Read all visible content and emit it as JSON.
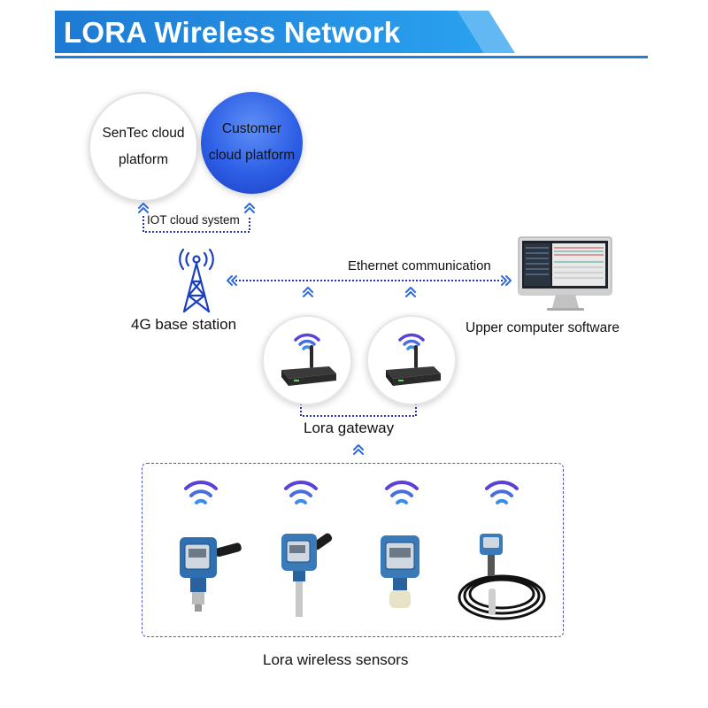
{
  "title": "LORA Wireless Network",
  "cloud": {
    "sentec_line1": "SenTec cloud",
    "sentec_line2": "platform",
    "customer_line1": "Customer",
    "customer_line2": "cloud platform",
    "system_label": "IOT cloud system"
  },
  "base_station_label": "4G base station",
  "ethernet_label": "Ethernet communication",
  "upper_software_label": "Upper computer software",
  "gateway_label": "Lora gateway",
  "sensors_label": "Lora wireless sensors",
  "colors": {
    "banner_blue": "#1f7fd6",
    "accent_dark_blue": "#1a2f9c",
    "wifi_purple": "#6b3fd6",
    "device_blue": "#2f6fb0"
  },
  "icons": [
    "tower-icon",
    "monitor-icon",
    "gateway-router-icon",
    "wifi-signal-icon",
    "pressure-transmitter-icon"
  ]
}
